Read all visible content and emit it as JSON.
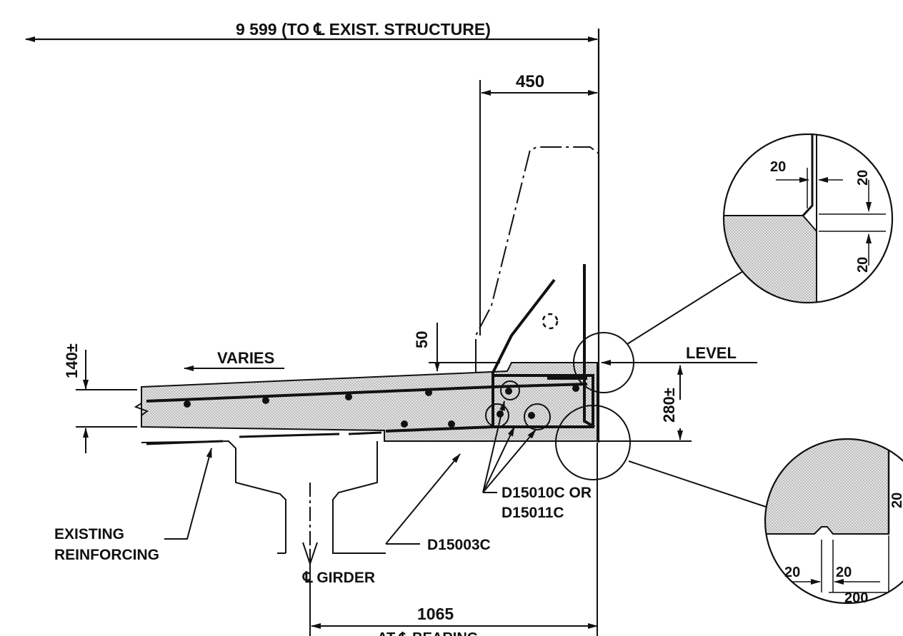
{
  "colors": {
    "ink": "#111111",
    "hatch": "#c9c9c9",
    "paper": "#ffffff"
  },
  "labels": {
    "top_dim": "9 599 (TO ℄ EXIST. STRUCTURE)",
    "dim_450": "450",
    "dim_50": "50",
    "dim_140": "140±",
    "varies": "VARIES",
    "level": "LEVEL",
    "dim_280": "280±",
    "bar_d15010c_1": "D15010C OR",
    "bar_d15010c_2": "D15011C",
    "bar_d15003c": "D15003C",
    "existing_1": "EXISTING",
    "existing_2": "REINFORCING",
    "girder": "℄ GIRDER",
    "dim_1065": "1065",
    "at_bearing": "AT ℄ BEARING"
  },
  "detail_top": {
    "dim_a": "20",
    "dim_b": "20",
    "dim_c": "20"
  },
  "detail_bottom": {
    "dim_a": "20",
    "dim_b": "20",
    "dim_c": "20",
    "dim_d": "200"
  }
}
